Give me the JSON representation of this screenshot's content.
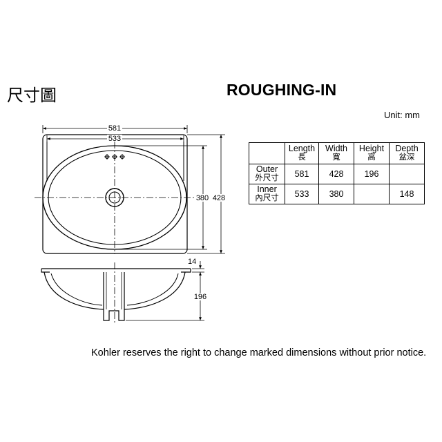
{
  "header": {
    "title_cn": "尺寸圖",
    "title_en": "ROUGHING-IN",
    "unit": "Unit: mm"
  },
  "drawing": {
    "top_view": {
      "outer_length": "581",
      "inner_length": "533",
      "inner_width": "380",
      "outer_width": "428"
    },
    "side_view": {
      "rim": "14",
      "height": "196"
    }
  },
  "table": {
    "headers": [
      {
        "en": "",
        "cn": ""
      },
      {
        "en": "Length",
        "cn": "長"
      },
      {
        "en": "Width",
        "cn": "寬"
      },
      {
        "en": "Height",
        "cn": "高"
      },
      {
        "en": "Depth",
        "cn": "盆深"
      }
    ],
    "rows": [
      {
        "en": "Outer",
        "cn": "外尺寸",
        "values": [
          "581",
          "428",
          "196",
          ""
        ]
      },
      {
        "en": "Inner",
        "cn": "內尺寸",
        "values": [
          "533",
          "380",
          "",
          "148"
        ]
      }
    ]
  },
  "footer": {
    "notice": "Kohler reserves the right to change marked dimensions without prior notice."
  }
}
